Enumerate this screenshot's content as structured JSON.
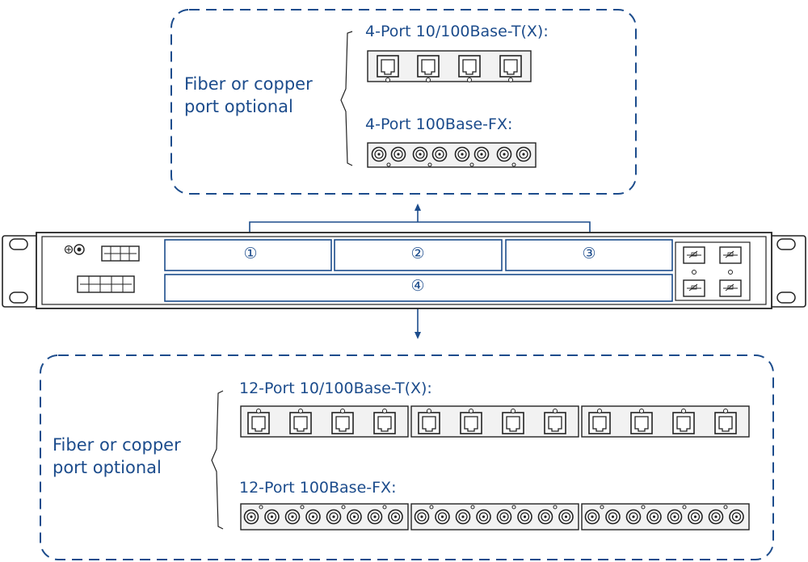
{
  "top_group": {
    "optional_label_line1": "Fiber or copper",
    "optional_label_line2": "port optional",
    "copper_title": "4-Port 10/100Base-T(X):",
    "fiber_title": "4-Port 100Base-FX:"
  },
  "bottom_group": {
    "optional_label_line1": "Fiber or copper",
    "optional_label_line2": "port optional",
    "copper_title": "12-Port 10/100Base-T(X):",
    "fiber_title": "12-Port 100Base-FX:"
  },
  "slots": [
    {
      "number": "①"
    },
    {
      "number": "②"
    },
    {
      "number": "③"
    },
    {
      "number": "④"
    }
  ],
  "colors": {
    "accent": "#1c4c8c",
    "outline": "#222222",
    "panel_fill": "#f2f2f2"
  }
}
